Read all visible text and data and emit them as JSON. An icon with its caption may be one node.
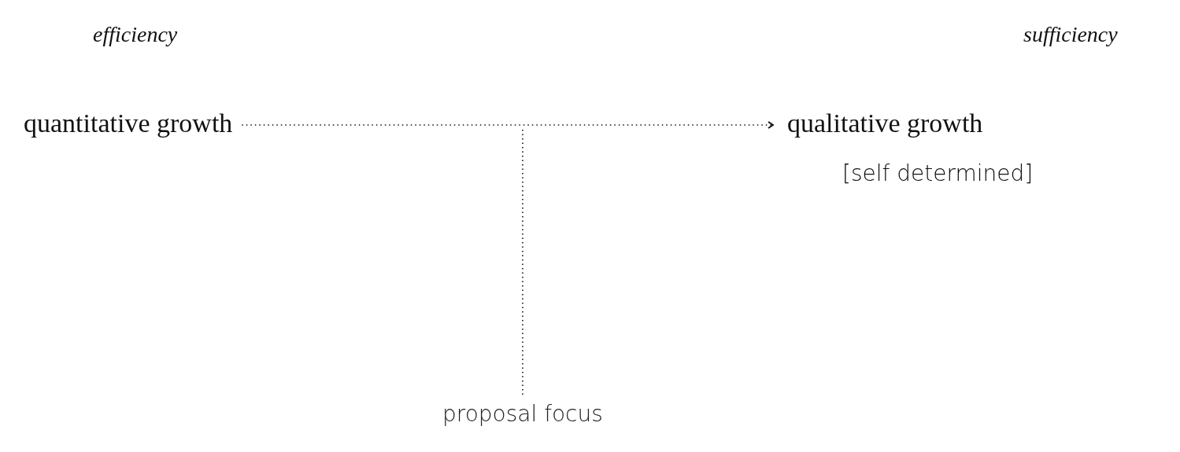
{
  "diagram": {
    "nodes": [
      {
        "text": [
          "quantitative growth"
        ],
        "beside": [
          "efficiency"
        ]
      },
      {
        "text": [
          "qualitative growth"
        ],
        "beside": [
          "sufficiency",
          "[self determined]"
        ]
      },
      {
        "text": [
          "proposal focus"
        ]
      }
    ],
    "edges": [
      {
        "from": 0,
        "to": 1,
        "arrow": "to",
        "style": "dashed"
      },
      {
        "from": 2,
        "to": null,
        "arrow": "none",
        "style": "dashed"
      }
    ]
  }
}
